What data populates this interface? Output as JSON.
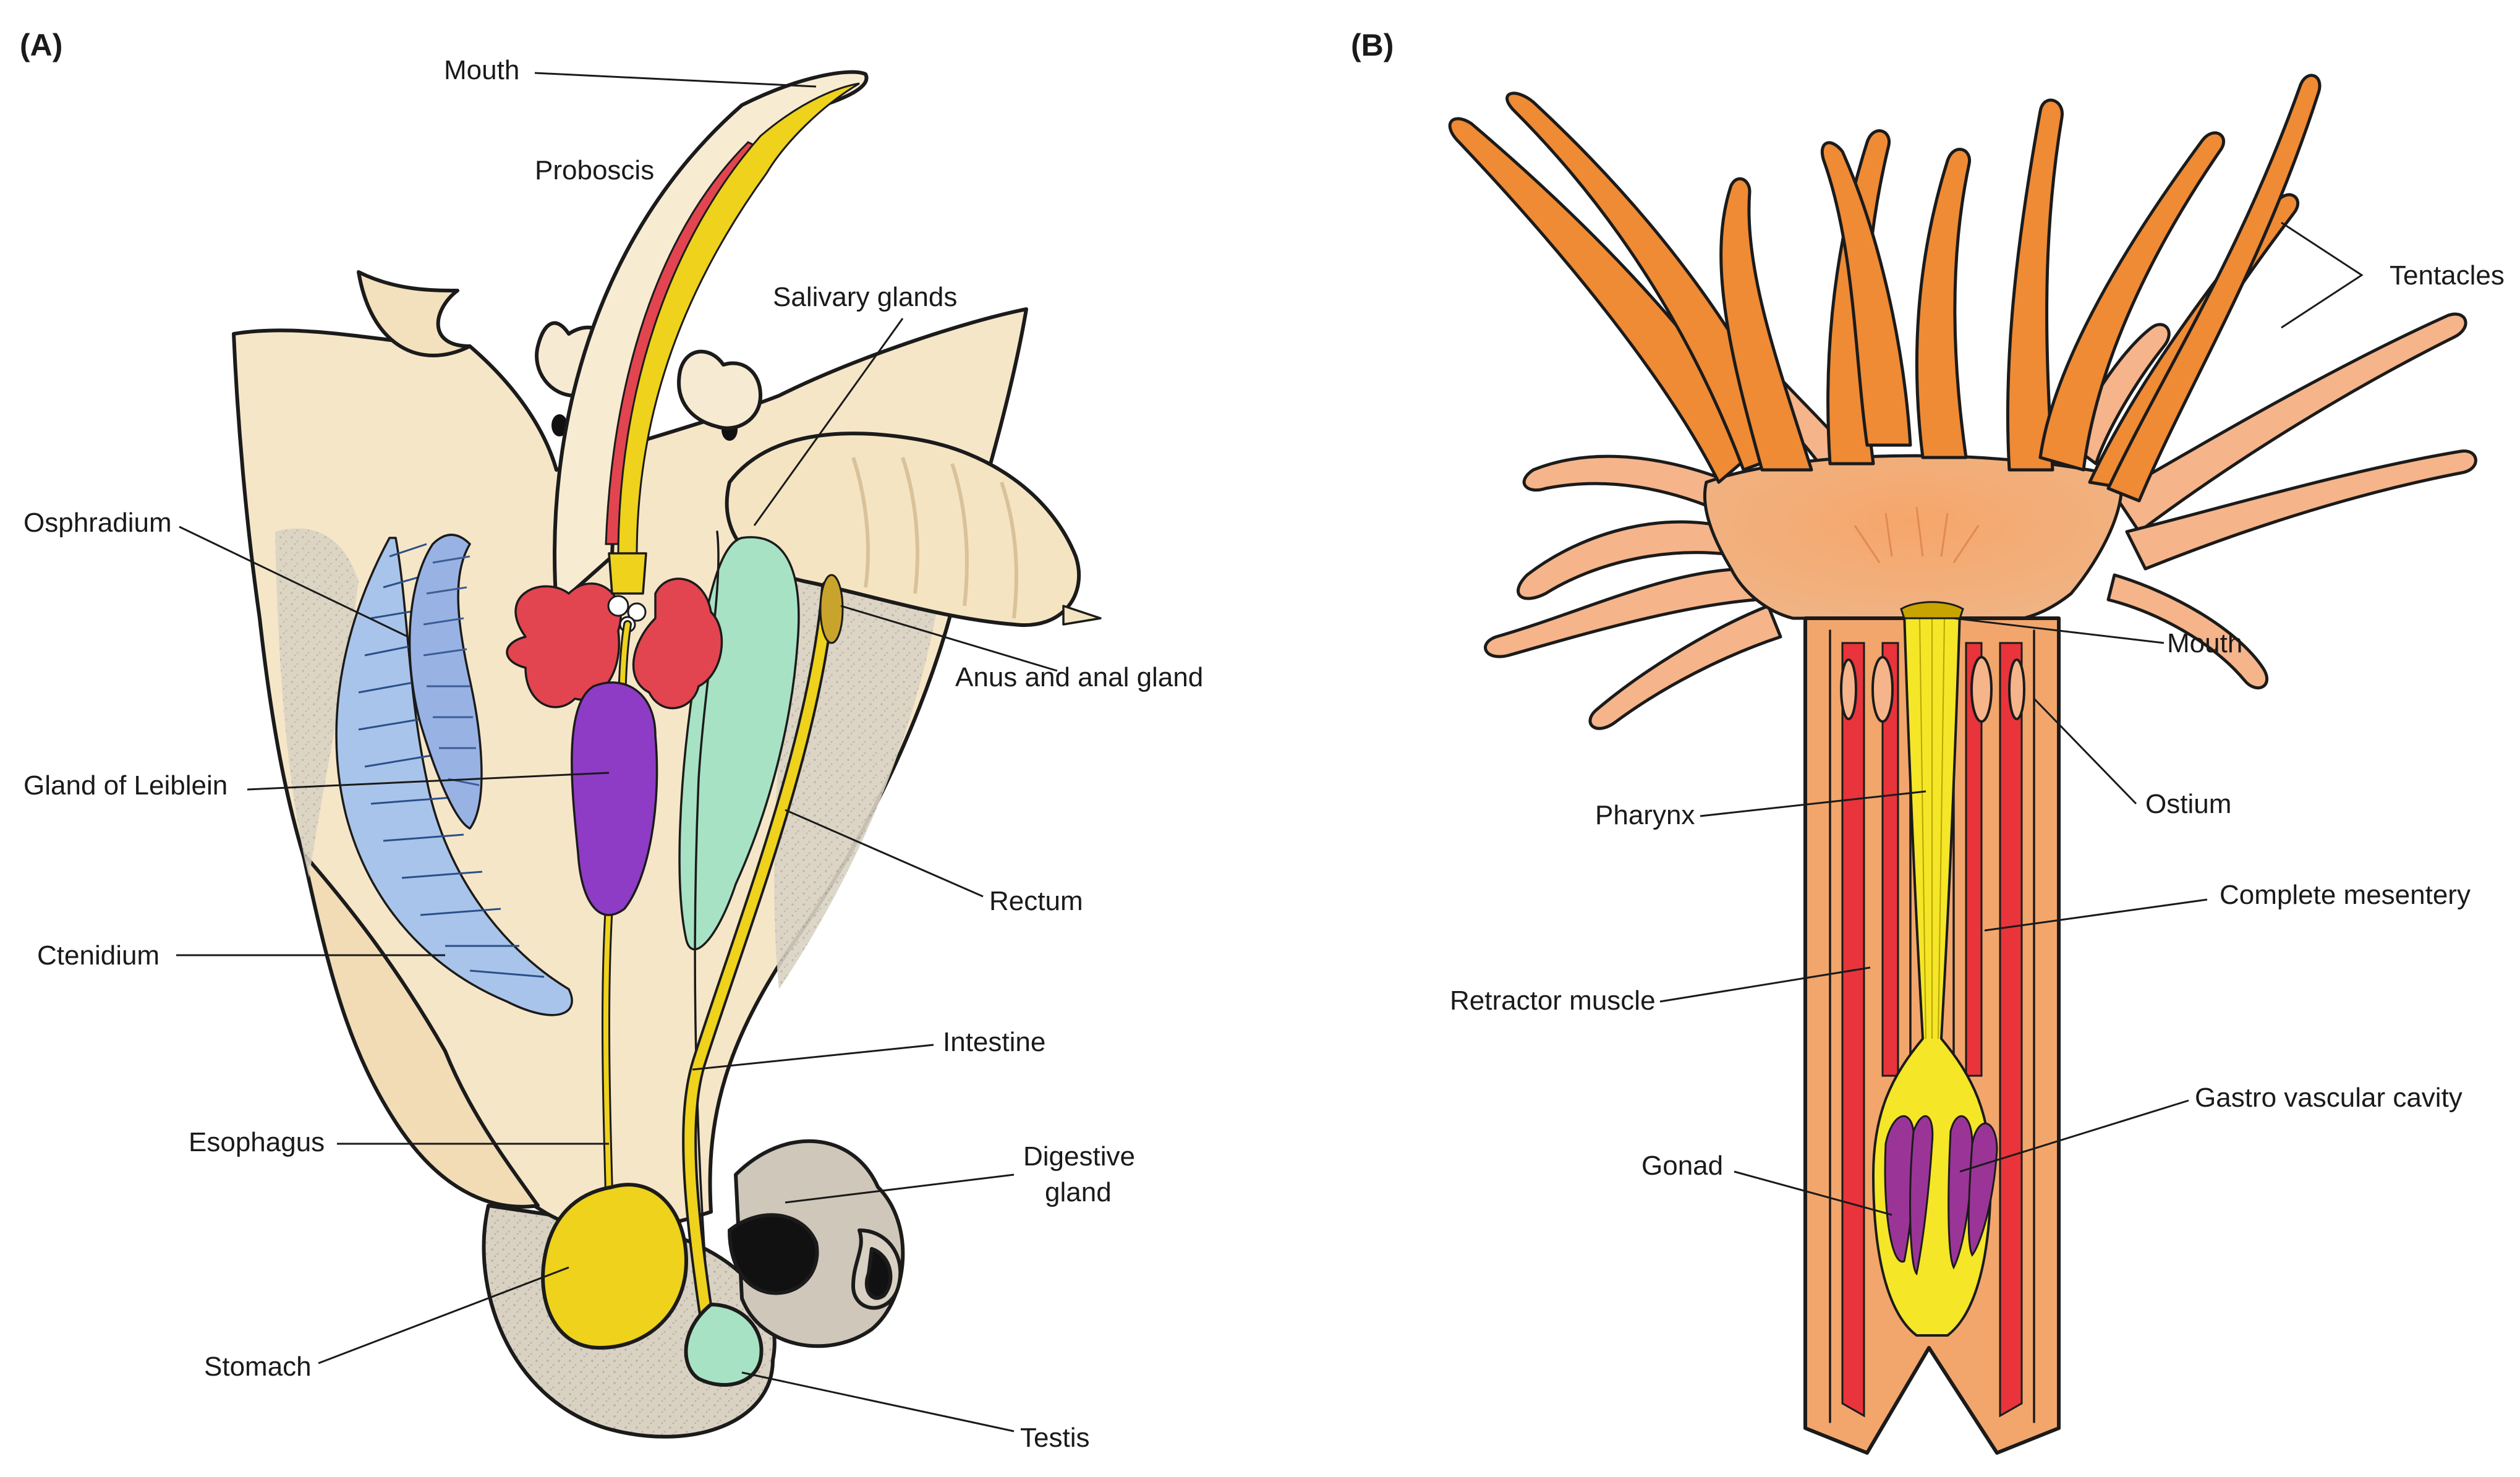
{
  "panel_a": {
    "panel_label": "(A)",
    "labels": {
      "mouth": "Mouth",
      "proboscis": "Proboscis",
      "salivary_glands": "Salivary glands",
      "osphradium": "Osphradium",
      "anus_and_anal_gland": "Anus and anal gland",
      "gland_of_leiblein": "Gland of Leiblein",
      "rectum": "Rectum",
      "ctenidium": "Ctenidium",
      "intestine": "Intestine",
      "esophagus": "Esophagus",
      "digestive_gland_line1": "Digestive",
      "digestive_gland_line2": "gland",
      "stomach": "Stomach",
      "testis": "Testis"
    }
  },
  "panel_b": {
    "panel_label": "(B)",
    "labels": {
      "tentacles": "Tentacles",
      "mouth": "Mouth",
      "ostium": "Ostium",
      "pharynx": "Pharynx",
      "complete_mesentery": "Complete mesentery",
      "retractor_muscle": "Retractor muscle",
      "gastro_vascular_cavity": "Gastro vascular cavity",
      "gonad": "Gonad"
    }
  },
  "colors": {
    "shell_cream": "#f6e6c8",
    "shell_grey": "#d6d0c4",
    "gland_red": "#e2454f",
    "gland_purple": "#8e3cc6",
    "ctenidium_blue": "#9ab8e6",
    "intestine_green": "#a7e2c4",
    "gut_yellow": "#eed21c",
    "anemone_orange": "#ef8a35",
    "anemone_pale": "#f6b48a",
    "anemone_body": "#f2a66c",
    "mesentery_red": "#e8343a",
    "gonad_purple": "#9a3597"
  }
}
